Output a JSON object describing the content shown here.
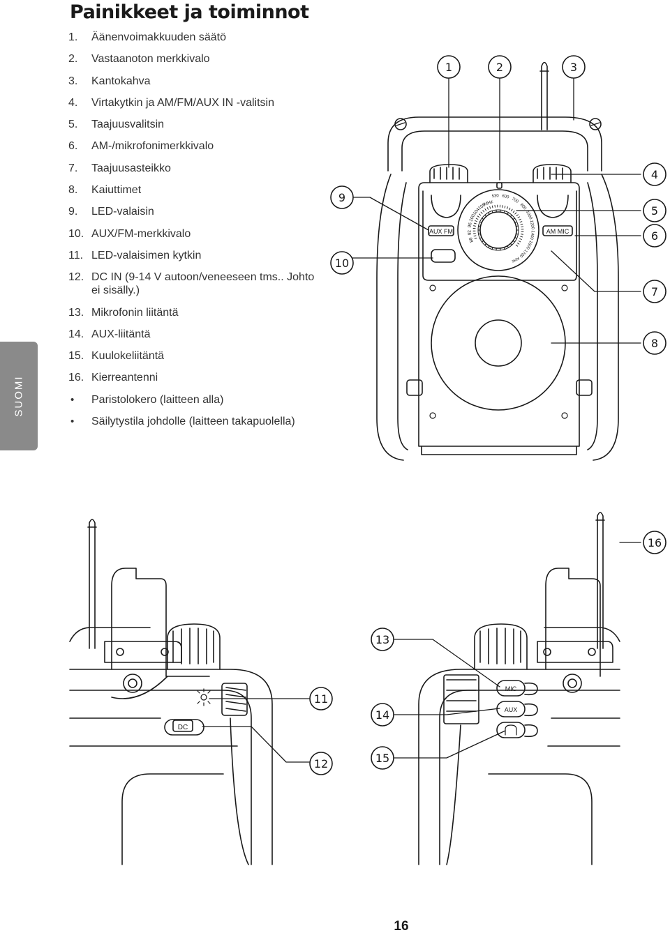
{
  "title": "Painikkeet ja toiminnot",
  "items": [
    {
      "n": "1.",
      "text": "Äänenvoimakkuuden säätö"
    },
    {
      "n": "2.",
      "text": "Vastaanoton merkkivalo"
    },
    {
      "n": "3.",
      "text": "Kantokahva"
    },
    {
      "n": "4.",
      "text": "Virtakytkin ja AM/FM/AUX IN -valitsin"
    },
    {
      "n": "5.",
      "text": "Taajuusvalitsin"
    },
    {
      "n": "6.",
      "text": "AM-/mikrofonimerkkivalo"
    },
    {
      "n": "7.",
      "text": "Taajuusasteikko"
    },
    {
      "n": "8.",
      "text": "Kaiuttimet"
    },
    {
      "n": "9.",
      "text": "LED-valaisin"
    },
    {
      "n": "10.",
      "text": "AUX/FM-merkkivalo"
    },
    {
      "n": "11.",
      "text": "LED-valaisimen kytkin"
    },
    {
      "n": "12.",
      "text": "DC IN (9-14 V autoon/veneeseen tms.. Johto ei sisälly.)"
    },
    {
      "n": "13.",
      "text": "Mikrofonin liitäntä"
    },
    {
      "n": "14.",
      "text": "AUX-liitäntä"
    },
    {
      "n": "15.",
      "text": "Kuulokeliitäntä"
    },
    {
      "n": "16.",
      "text": "Kierreantenni"
    }
  ],
  "bullets": [
    "Paristolokero (laitteen alla)",
    "Säilytystila johdolle (laitteen takapuolella)"
  ],
  "side_tab": "SUOMI",
  "page_number": "16",
  "callouts": [
    "1",
    "2",
    "3",
    "4",
    "5",
    "6",
    "7",
    "8",
    "9",
    "10",
    "11",
    "12",
    "13",
    "14",
    "15",
    "16"
  ],
  "device_labels": {
    "aux_fm": "AUX  FM",
    "am_mic": "AM MIC",
    "dc": "DC",
    "mic": "MIC",
    "aux": "AUX"
  },
  "dial_fm": [
    "88",
    "92",
    "96",
    "100",
    "104",
    "108",
    "MHz"
  ],
  "dial_am": [
    "530",
    "600",
    "700",
    "800",
    "1000",
    "1200",
    "1400",
    "1600",
    "1700",
    "KHz"
  ]
}
